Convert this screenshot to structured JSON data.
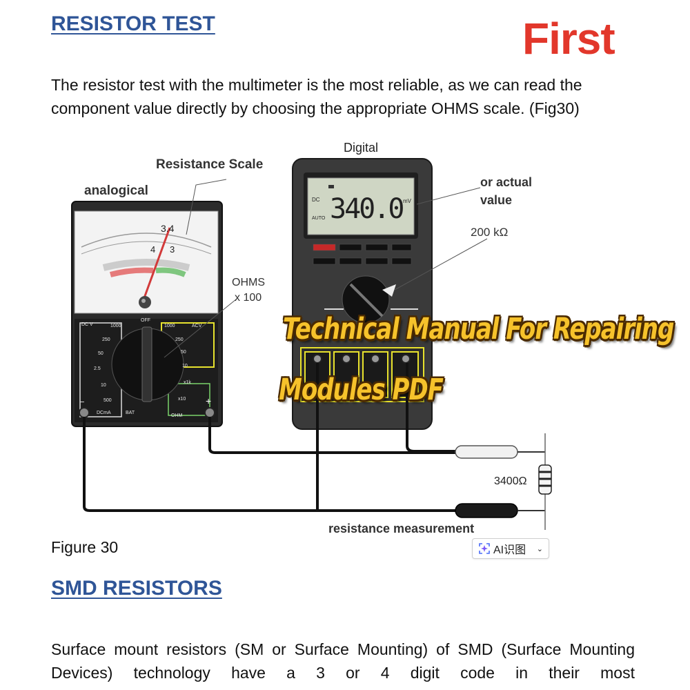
{
  "heading_1": "RESISTOR TEST",
  "logo_text": "First",
  "intro_paragraph": "The resistor test with the multimeter is the most reliable, as we can read the component value directly by choosing the appropriate OHMS scale. (Fig30)",
  "figure": {
    "label_digital": "Digital",
    "label_resistance_scale": "Resistance Scale",
    "label_analogical": "analogical",
    "label_or_actual": "or actual",
    "label_value": "value",
    "label_200k": "200 kΩ",
    "label_ohms": "OHMS",
    "label_x100": "x 100",
    "lcd_reading": "340.0",
    "needle_reading": "3.4",
    "resistor_value": "3400Ω",
    "label_resistance_measurement": "resistance measurement"
  },
  "banner_line_1": "Technical Manual For Repairing",
  "banner_line_2": "Modules PDF",
  "figure_caption": "Figure 30",
  "ai_button_label": "AI识图",
  "heading_2": "SMD RESISTORS",
  "smd_paragraph": "Surface mount resistors (SM or Surface Mounting) of SMD (Surface Mounting Devices) technology have a 3 or 4 digit code in their most",
  "colors": {
    "heading": "#2f5597",
    "logo": "#e2372b",
    "banner": "#f6c22b"
  }
}
